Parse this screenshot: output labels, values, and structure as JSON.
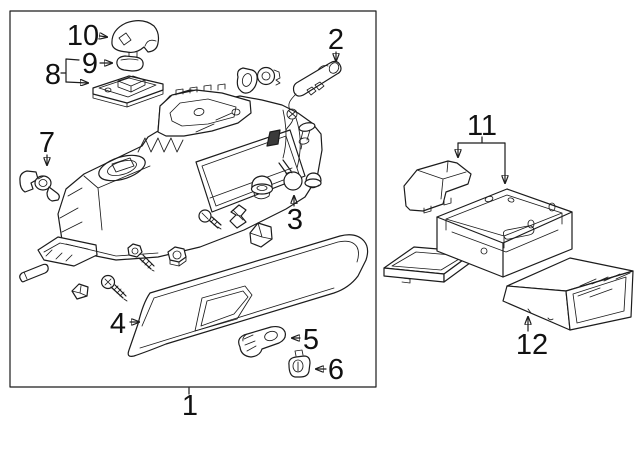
{
  "diagram": {
    "kind": "exploded-parts-diagram",
    "background_color": "#ffffff",
    "panel_background": "#fdfdfd",
    "panel_border_color": "#3f3f3f",
    "line_color": "#1c1c1c",
    "callout_color": "#111111",
    "callouts": [
      {
        "label": "1"
      },
      {
        "label": "2"
      },
      {
        "label": "3"
      },
      {
        "label": "4"
      },
      {
        "label": "5"
      },
      {
        "label": "6"
      },
      {
        "label": "7"
      },
      {
        "label": "8"
      },
      {
        "label": "9"
      },
      {
        "label": "10"
      },
      {
        "label": "11"
      },
      {
        "label": "12"
      }
    ]
  }
}
